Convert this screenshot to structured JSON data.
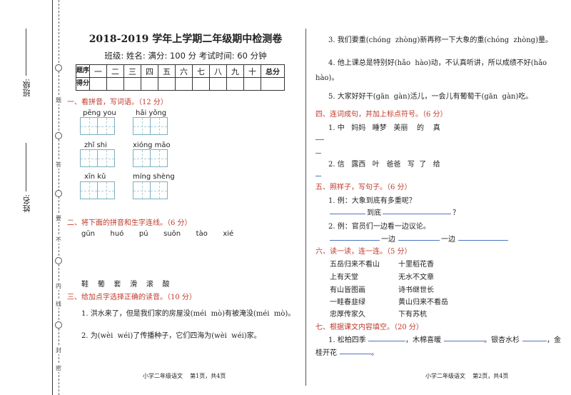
{
  "binding": {
    "class_label": "班级:",
    "name_label": "姓名:",
    "mark1": "题",
    "mark2": "答",
    "mark3": "要",
    "mark4": "不",
    "mark5": "内",
    "mark6": "线",
    "mark7": "封",
    "mark8": "密"
  },
  "header": {
    "title": "2018-2019 学年上学期二年级期中检测卷",
    "meta": "班级:      姓名:      满分: 100 分   考试时间: 60 分钟"
  },
  "score_table": {
    "row1_head": "题序",
    "row2_head": "得分",
    "cols": [
      "一",
      "二",
      "三",
      "四",
      "五",
      "六",
      "七",
      "八",
      "九",
      "十"
    ],
    "total": "总分"
  },
  "sections": {
    "s1": "一、看拼音，写词语。（12 分）",
    "s1_pinyin": [
      "pēng you",
      "hǎi yǒng",
      "zhǐ  shi",
      "xióng māo",
      "xīn  kǔ",
      "míng shèng"
    ],
    "s2": "二、将下面的拼音和生字连线。（6 分）",
    "s2_pinyin": "gūn   huó   pú   suōn   tào   xié",
    "s2_chars": "鞋    葡    套    滑    滚    酸",
    "s3": "三、给加点字选择正确的读音。（10 分）",
    "s3_q1": "1. 洪水来了，但是我们家的房屋没(méi  mò)有被淹没(méi  mò)。",
    "s3_q2": "2. 为(wèi  wéi)了传播种子，它们四海为(wèi  wéi)家。",
    "s3_q3": "3. 我们要重(chóng  zhòng)新再称一下大象的重(chóng  zhòng)量。",
    "s3_q4": "4. 他上课总是特别好(hǎo  hào)动，不认真听讲，所以成绩不好(hǎo",
    "s3_q4b": "hào)。",
    "s3_q5": "5. 大家好好干(gān  gàn)活儿，一会儿有葡萄干(gān  gàn)吃。",
    "s4": "四、连词成句，并加上标点符号。（6 分）",
    "s4_q1": "1. 中   妈妈   睡梦   美丽    的    真",
    "s4_q2": "2. 信   露西   叶   爸爸   写  了   给",
    "s5": "五、照样子，写句子。（6 分）",
    "s5_q1": "1. 例：大象到底有多重呢？",
    "s5_q1a": "到底",
    "s5_q1b": "？",
    "s5_q2": "2. 例：官员们一边看一边议论。",
    "s5_q2a": "一边",
    "s5_q2b": "一边",
    "s6": "六、读一读，连一连。（5 分）",
    "s6_left": [
      "五岳归来不看山",
      "上有天堂",
      "有山皆图画",
      "一畦春韭绿",
      "忠厚传家久"
    ],
    "s6_right": [
      "十里稻花香",
      "无水不文章",
      "诗书继世长",
      "黄山归来不看岳",
      "下有苏杭"
    ],
    "s7": "七、根据课文内容填空。（20 分）",
    "s7_q1a": "1. 松柏四季",
    "s7_q1b": "，木棉喜暖",
    "s7_q1c": "。银杏水杉",
    "s7_q1d": "，金",
    "s7_q1e": "桂开花",
    "s7_q1f": "。"
  },
  "footers": {
    "left": "小学二年级语文    第1页，共4页",
    "right": "小学二年级语文    第2页，共4页"
  },
  "colors": {
    "section_red": "#c0392b",
    "grid_blue": "#7ab0c0",
    "blank_blue": "#4a78c0"
  }
}
